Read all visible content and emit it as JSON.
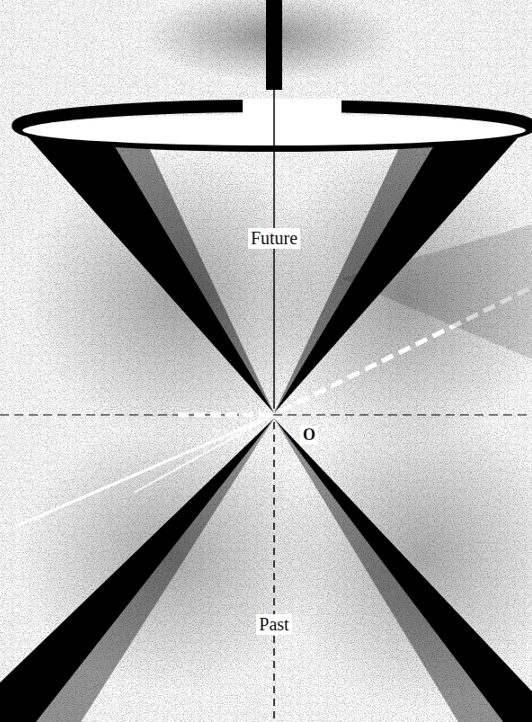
{
  "diagram": {
    "labels": [
      "Future",
      "Past",
      "O"
    ]
  }
}
